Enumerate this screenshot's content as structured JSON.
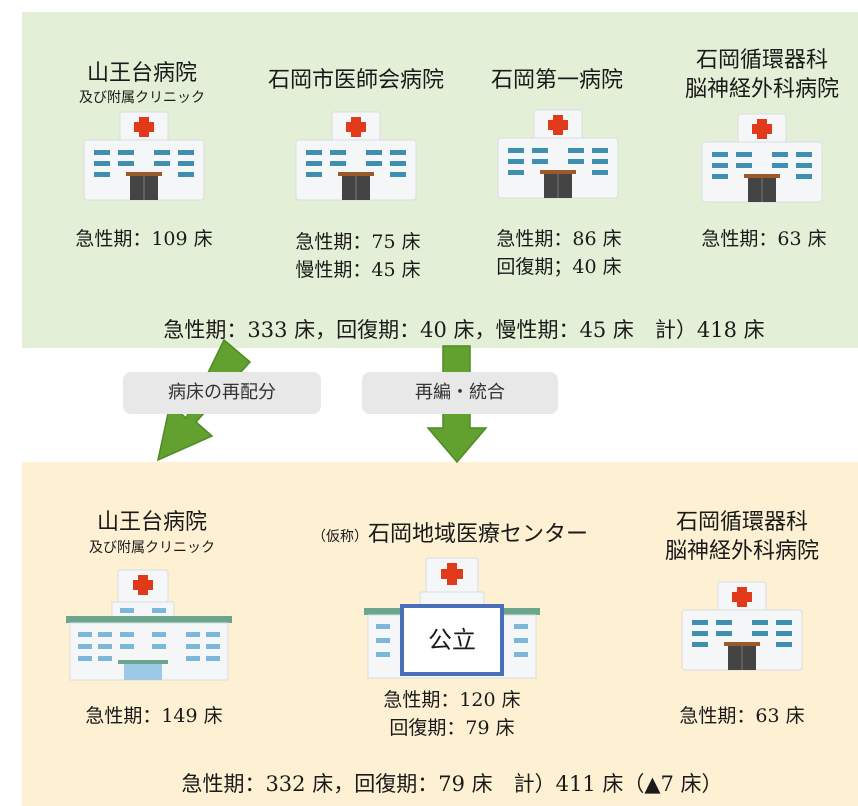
{
  "colors": {
    "top_panel": "#e3efd6",
    "bottom_panel": "#fdf0d3",
    "arrow": "#62a12f",
    "badge_border": "#4a6fb8",
    "cross": "#e03a1a"
  },
  "before": {
    "hospitals": [
      {
        "name": "山王台病院",
        "sub": "及び附属クリニック",
        "beds": [
          "急性期：109 床"
        ]
      },
      {
        "name": "石岡市医師会病院",
        "beds": [
          "急性期：75 床",
          "慢性期：45 床"
        ]
      },
      {
        "name": "石岡第一病院",
        "beds": [
          "急性期：86 床",
          "回復期；40 床"
        ]
      },
      {
        "name_lines": [
          "石岡循環器科",
          "脳神経外科病院"
        ],
        "beds": [
          "急性期：63 床"
        ]
      }
    ],
    "total": "急性期：333 床，回復期：40 床，慢性期：45 床　計）418 床"
  },
  "process": {
    "left_label": "病床の再配分",
    "right_label": "再編・統合"
  },
  "after": {
    "hospitals": [
      {
        "name": "山王台病院",
        "sub": "及び附属クリニック",
        "beds": [
          "急性期：149 床"
        ]
      },
      {
        "prefix": "（仮称）",
        "name": "石岡地域医療センター",
        "badge": "公立",
        "beds": [
          "急性期：120 床",
          "回復期：79 床"
        ]
      },
      {
        "name_lines": [
          "石岡循環器科",
          "脳神経外科病院"
        ],
        "beds": [
          "急性期：63 床"
        ]
      }
    ],
    "total": "急性期：332 床，回復期：79 床　計）411 床（▲7 床）"
  },
  "icons": [
    "hospital-icon"
  ]
}
